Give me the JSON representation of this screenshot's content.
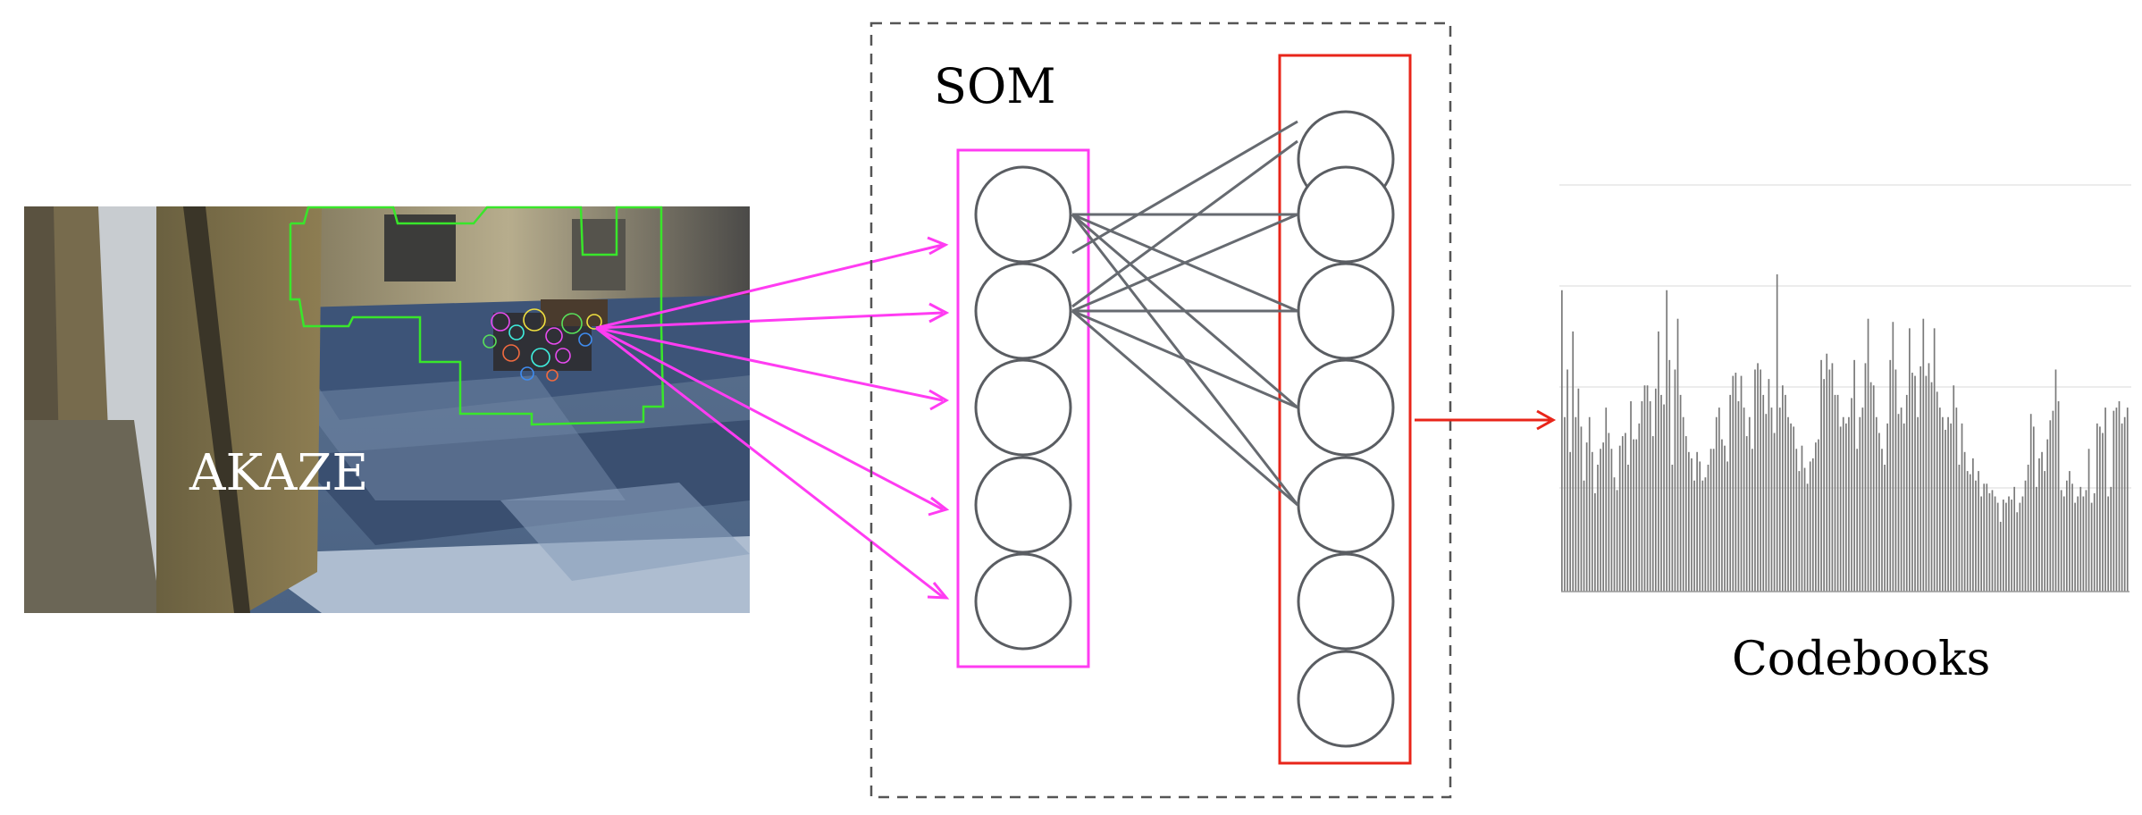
{
  "labels": {
    "akaze": "AKAZE",
    "som": "SOM",
    "codebooks": "Codebooks"
  },
  "colors": {
    "input_arrows": "#ff3cf2",
    "input_layer_box": "#ff3cf2",
    "output_layer_box": "#e8251a",
    "output_arrow": "#e8251a",
    "connections": "#666a70",
    "neuron_stroke": "#5a5d62",
    "feature_region": "#39e62b",
    "histogram_bars": "#7a7a7a",
    "som_frame": "#555555"
  },
  "icons": {
    "photo": "corridor-photo-icon"
  },
  "histogram": {
    "values": [
      0.95,
      0.55,
      0.7,
      0.44,
      0.82,
      0.55,
      0.64,
      0.52,
      0.35,
      0.47,
      0.55,
      0.44,
      0.31,
      0.4,
      0.45,
      0.47,
      0.58,
      0.5,
      0.45,
      0.36,
      0.32,
      0.46,
      0.49,
      0.5,
      0.4,
      0.6,
      0.48,
      0.48,
      0.53,
      0.6,
      0.65,
      0.65,
      0.6,
      0.49,
      0.64,
      0.82,
      0.62,
      0.59,
      0.95,
      0.73,
      0.4,
      0.7,
      0.86,
      0.62,
      0.55,
      0.49,
      0.44,
      0.42,
      0.35,
      0.44,
      0.41,
      0.35,
      0.36,
      0.4,
      0.45,
      0.45,
      0.55,
      0.58,
      0.48,
      0.46,
      0.41,
      0.62,
      0.68,
      0.69,
      0.6,
      0.68,
      0.58,
      0.49,
      0.55,
      0.45,
      0.7,
      0.72,
      0.7,
      0.62,
      0.56,
      0.67,
      0.58,
      0.5,
      1.0,
      0.58,
      0.65,
      0.62,
      0.55,
      0.53,
      0.52,
      0.45,
      0.38,
      0.46,
      0.39,
      0.34,
      0.41,
      0.42,
      0.47,
      0.48,
      0.73,
      0.67,
      0.75,
      0.7,
      0.72,
      0.62,
      0.62,
      0.52,
      0.55,
      0.53,
      0.55,
      0.61,
      0.73,
      0.45,
      0.55,
      0.58,
      0.72,
      0.86,
      0.66,
      0.65,
      0.55,
      0.5,
      0.45,
      0.4,
      0.53,
      0.73,
      0.85,
      0.7,
      0.56,
      0.58,
      0.53,
      0.62,
      0.83,
      0.69,
      0.68,
      0.55,
      0.71,
      0.86,
      0.68,
      0.72,
      0.66,
      0.83,
      0.63,
      0.58,
      0.55,
      0.51,
      0.55,
      0.53,
      0.65,
      0.58,
      0.4,
      0.53,
      0.44,
      0.38,
      0.37,
      0.42,
      0.35,
      0.38,
      0.3,
      0.34,
      0.34,
      0.31,
      0.32,
      0.3,
      0.28,
      0.22,
      0.29,
      0.28,
      0.3,
      0.29,
      0.33,
      0.25,
      0.28,
      0.3,
      0.35,
      0.4,
      0.56,
      0.52,
      0.33,
      0.42,
      0.44,
      0.38,
      0.48,
      0.54,
      0.57,
      0.7,
      0.6,
      0.32,
      0.3,
      0.35,
      0.38,
      0.34,
      0.28,
      0.3,
      0.33,
      0.3,
      0.32,
      0.45,
      0.28,
      0.31,
      0.53,
      0.52,
      0.5,
      0.58,
      0.3,
      0.33,
      0.57,
      0.58,
      0.6,
      0.53,
      0.55,
      0.58
    ]
  }
}
